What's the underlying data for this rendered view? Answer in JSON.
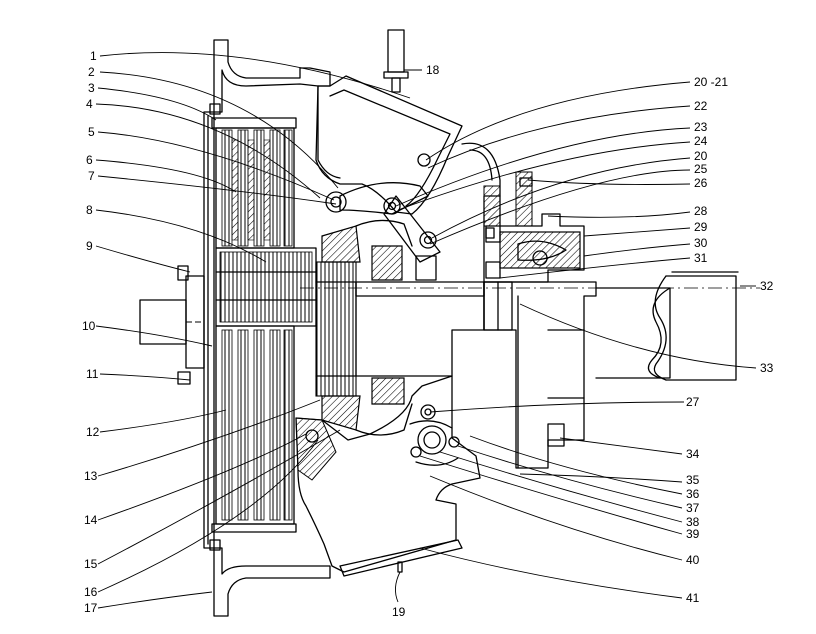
{
  "callouts": {
    "c1": "1",
    "c2": "2",
    "c3": "3",
    "c4": "4",
    "c5": "5",
    "c6": "6",
    "c7": "7",
    "c8": "8",
    "c9": "9",
    "c10": "10",
    "c11": "11",
    "c12": "12",
    "c13": "13",
    "c14": "14",
    "c15": "15",
    "c16": "16",
    "c17": "17",
    "c18": "18",
    "c19": "19",
    "c20_21": "20  -21",
    "c22": "22",
    "c23": "23",
    "c24": "24",
    "c20": "20",
    "c25": "25",
    "c26": "26",
    "c27": "27",
    "c28": "28",
    "c29": "29",
    "c30": "30",
    "c31": "31",
    "c32": "32",
    "c33": "33",
    "c34": "34",
    "c35": "35",
    "c36": "36",
    "c37": "37",
    "c38": "38",
    "c39": "39",
    "c40": "40",
    "c41": "41"
  }
}
